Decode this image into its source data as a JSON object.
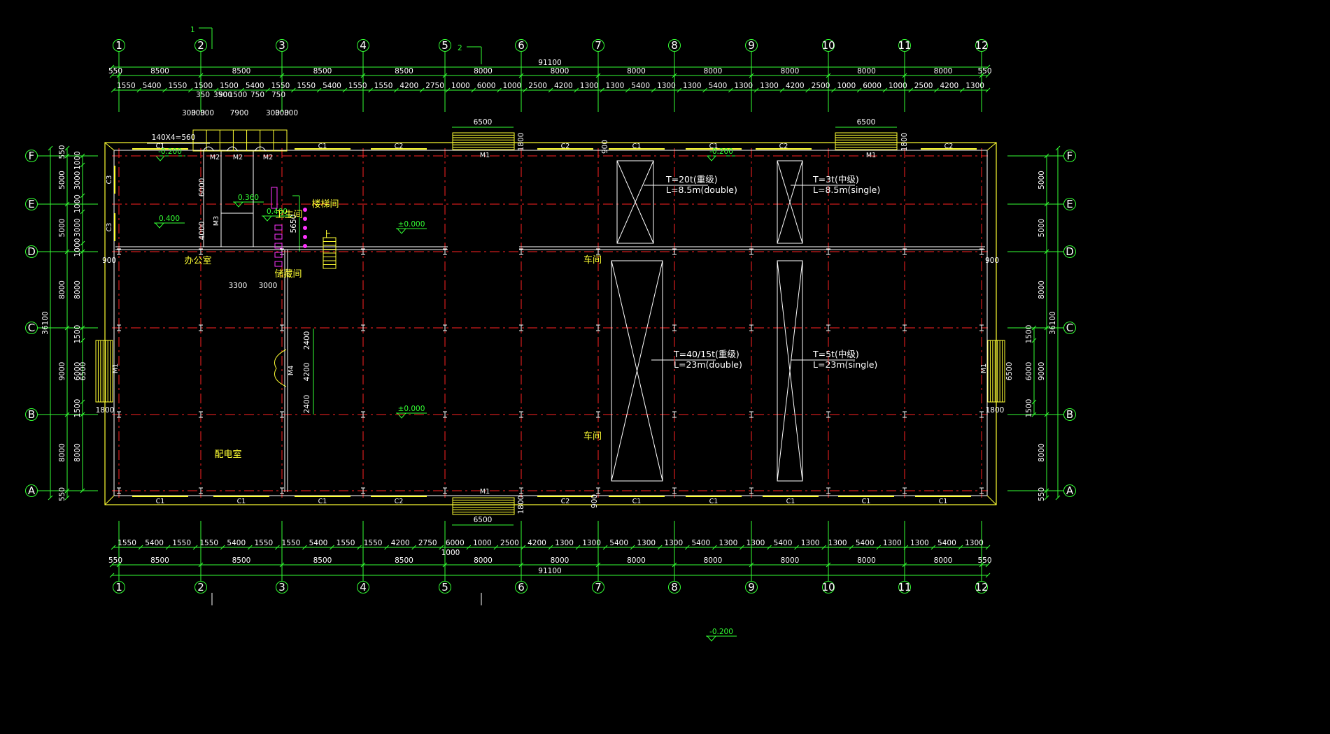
{
  "colors": {
    "background": "#000000",
    "grid_line": "#ff2222",
    "wall": "#ffff33",
    "dimension": "#33ff33",
    "text": "#ffffff",
    "room_label": "#ffff33",
    "fixture": "#ff33ff"
  },
  "plan": {
    "column_axes": [
      "1",
      "2",
      "3",
      "4",
      "5",
      "6",
      "7",
      "8",
      "9",
      "10",
      "11",
      "12"
    ],
    "row_axes": [
      "A",
      "B",
      "C",
      "D",
      "E",
      "F"
    ],
    "section_marks": [
      "1",
      "2"
    ],
    "overall_length": "91100",
    "overall_width": "36100",
    "bay_spans": [
      "550",
      "8500",
      "8500",
      "8500",
      "8500",
      "8000",
      "8000",
      "8000",
      "8000",
      "8000",
      "8000",
      "8000",
      "550"
    ],
    "top_detail": [
      "1550",
      "5400",
      "1550",
      "1500",
      "1500",
      "5400",
      "1550",
      "1550",
      "5400",
      "1550",
      "1550",
      "4200",
      "2750",
      "1000",
      "6000",
      "1000",
      "2500",
      "4200",
      "1300",
      "1300",
      "5400",
      "1300",
      "1300",
      "5400",
      "1300",
      "1300",
      "4200",
      "2500",
      "1000",
      "6000",
      "1000",
      "2500",
      "4200",
      "1300"
    ],
    "stair_detail": [
      "300",
      "300",
      "300",
      "350",
      "900",
      "350",
      "1500",
      "750",
      "750",
      "7900",
      "300",
      "300",
      "300"
    ],
    "stair_note": "140X4=560",
    "bottom_detail": [
      "1550",
      "5400",
      "1550",
      "1550",
      "5400",
      "1550",
      "1550",
      "5400",
      "1550",
      "1550",
      "4200",
      "2750",
      "6000",
      "1000",
      "2500",
      "4200",
      "1300",
      "1300",
      "5400",
      "1300",
      "1300",
      "5400",
      "1300",
      "1300",
      "5400",
      "1300",
      "1300",
      "5400",
      "1300",
      "1300",
      "5400",
      "1300"
    ],
    "bottom_misc": "1000",
    "left_dims": [
      "550",
      "5000",
      "5000",
      "8000",
      "9000",
      "8000",
      "550"
    ],
    "left_detail": [
      "1000",
      "3000",
      "1000",
      "3000",
      "1000",
      "8000",
      "1500",
      "6000",
      "1500",
      "8000"
    ],
    "left_misc": [
      "6500",
      "1800",
      "900"
    ],
    "right_dims": [
      "5000",
      "5000",
      "8000",
      "9000",
      "8000",
      "550"
    ],
    "right_detail": [
      "1500",
      "6000",
      "1500"
    ],
    "right_misc": [
      "6500",
      "1800",
      "900"
    ],
    "interior_dims": [
      "6000",
      "4000",
      "3300",
      "3000",
      "5650",
      "2400",
      "4200",
      "2400"
    ],
    "entrance_dims": [
      "6500",
      "6500",
      "6500",
      "1800",
      "1800",
      "1800",
      "900",
      "900"
    ],
    "levels": [
      "-0.200",
      "0.400",
      "0.360",
      "0.400",
      "±0.000",
      "±0.000",
      "-0.200",
      "-0.200"
    ],
    "rooms": {
      "office": "办公室",
      "toilet": "卫生间",
      "stair": "楼梯间",
      "storage": "储藏间",
      "workshop_top": "车间",
      "workshop_bottom": "车间",
      "switch_room": "配电室",
      "stair_up": "上"
    },
    "windows_top": [
      "C1",
      "C1",
      "C2",
      "C2",
      "C1",
      "C1",
      "C2",
      "C2"
    ],
    "windows_bottom": [
      "C1",
      "C1",
      "C1",
      "C2",
      "C2",
      "C1",
      "C1",
      "C1",
      "C1",
      "C1"
    ],
    "windows_left": [
      "C3",
      "C3"
    ],
    "doors": [
      "M1",
      "M1",
      "M1",
      "M1",
      "M1",
      "M2",
      "M2",
      "M2",
      "M3",
      "M4"
    ],
    "cranes": [
      {
        "line1": "T=20t(重级)",
        "line2": "L=8.5m(double)"
      },
      {
        "line1": "T=3t(中级)",
        "line2": "L=8.5m(single)"
      },
      {
        "line1": "T=40/15t(重级)",
        "line2": "L=23m(double)"
      },
      {
        "line1": "T=5t(中级)",
        "line2": "L=23m(single)"
      }
    ]
  }
}
